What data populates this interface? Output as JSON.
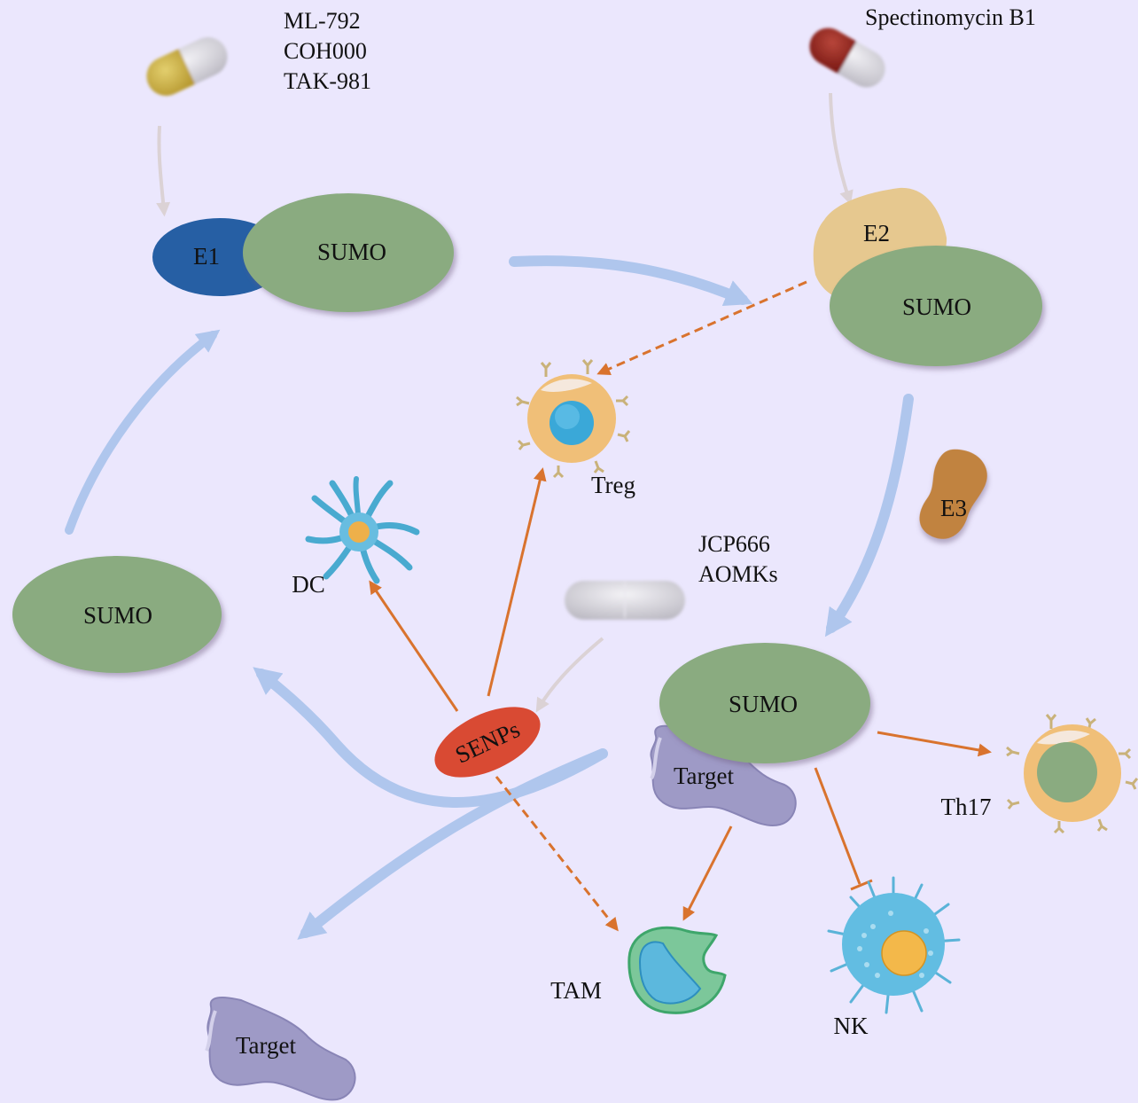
{
  "colors": {
    "background": "#ebe7fd",
    "sumo": "#8aab80",
    "e1": "#265fa4",
    "e2": "#e6c88f",
    "e3": "#c1833f",
    "senps": "#d94a33",
    "activation_arrow": "#d9732e",
    "flow_arrow": "#a9c3ec",
    "target": "#9e9ac6",
    "drug_arrow": "#d4c8c4"
  },
  "drugs": {
    "e1_inhibitors": [
      "ML-792",
      "COH000",
      "TAK-981"
    ],
    "e2_inhibitor": "Spectinomycin B1",
    "senp_inhibitors": [
      "JCP666",
      "AOMKs"
    ]
  },
  "nodes": {
    "e1": "E1",
    "e2": "E2",
    "e3": "E3",
    "sumo_e1": "SUMO",
    "sumo_e2": "SUMO",
    "sumo_target": "SUMO",
    "sumo_free": "SUMO",
    "senps": "SENPs",
    "target_bound": "Target",
    "target_free": "Target"
  },
  "cells": {
    "treg": "Treg",
    "dc": "DC",
    "th17": "Th17",
    "tam": "TAM",
    "nk": "NK"
  },
  "relations": [
    {
      "from": "E2-SUMO",
      "to": "Treg",
      "type": "dashed-activation"
    },
    {
      "from": "SENPs",
      "to": "Treg",
      "type": "activation"
    },
    {
      "from": "SENPs",
      "to": "DC",
      "type": "activation"
    },
    {
      "from": "SENPs",
      "to": "TAM",
      "type": "dashed-activation"
    },
    {
      "from": "SUMO-Target",
      "to": "Th17",
      "type": "activation"
    },
    {
      "from": "SUMO-Target",
      "to": "TAM",
      "type": "activation"
    },
    {
      "from": "SUMO-Target",
      "to": "NK",
      "type": "inhibition"
    }
  ]
}
